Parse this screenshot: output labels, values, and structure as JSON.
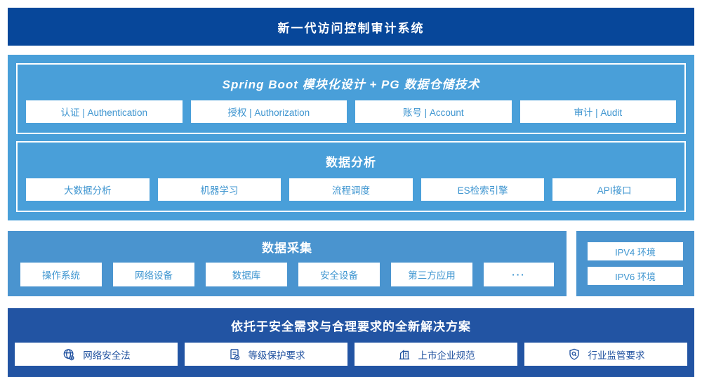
{
  "banner": {
    "title": "新一代访问控制审计系统"
  },
  "architecture": {
    "spring": {
      "title": "Spring Boot 模块化设计 + PG 数据仓储技术",
      "items": [
        "认证 | Authentication",
        "授权 | Authorization",
        "账号 | Account",
        "审计 | Audit"
      ]
    },
    "analysis": {
      "title": "数据分析",
      "items": [
        "大数据分析",
        "机器学习",
        "流程调度",
        "ES检索引擎",
        "API接口"
      ]
    }
  },
  "collection": {
    "title": "数据采集",
    "items": [
      "操作系统",
      "网络设备",
      "数据库",
      "安全设备",
      "第三方应用",
      "···"
    ]
  },
  "environment": {
    "items": [
      "IPV4 环境",
      "IPV6 环境"
    ]
  },
  "solution": {
    "title": "依托于安全需求与合理要求的全新解决方案",
    "items": [
      {
        "icon": "globe-icon",
        "label": "网络安全法"
      },
      {
        "icon": "document-check-icon",
        "label": "等级保护要求"
      },
      {
        "icon": "building-icon",
        "label": "上市企业规范"
      },
      {
        "icon": "shield-search-icon",
        "label": "行业监管要求"
      }
    ]
  },
  "colors": {
    "banner_blue": "#07479a",
    "solution_blue": "#2254a3",
    "architecture_blue": "#499fd9",
    "collection_blue": "#4a94cf",
    "chip_text_blue": "#3e95d0",
    "solution_text_blue": "#1d4f9e"
  }
}
